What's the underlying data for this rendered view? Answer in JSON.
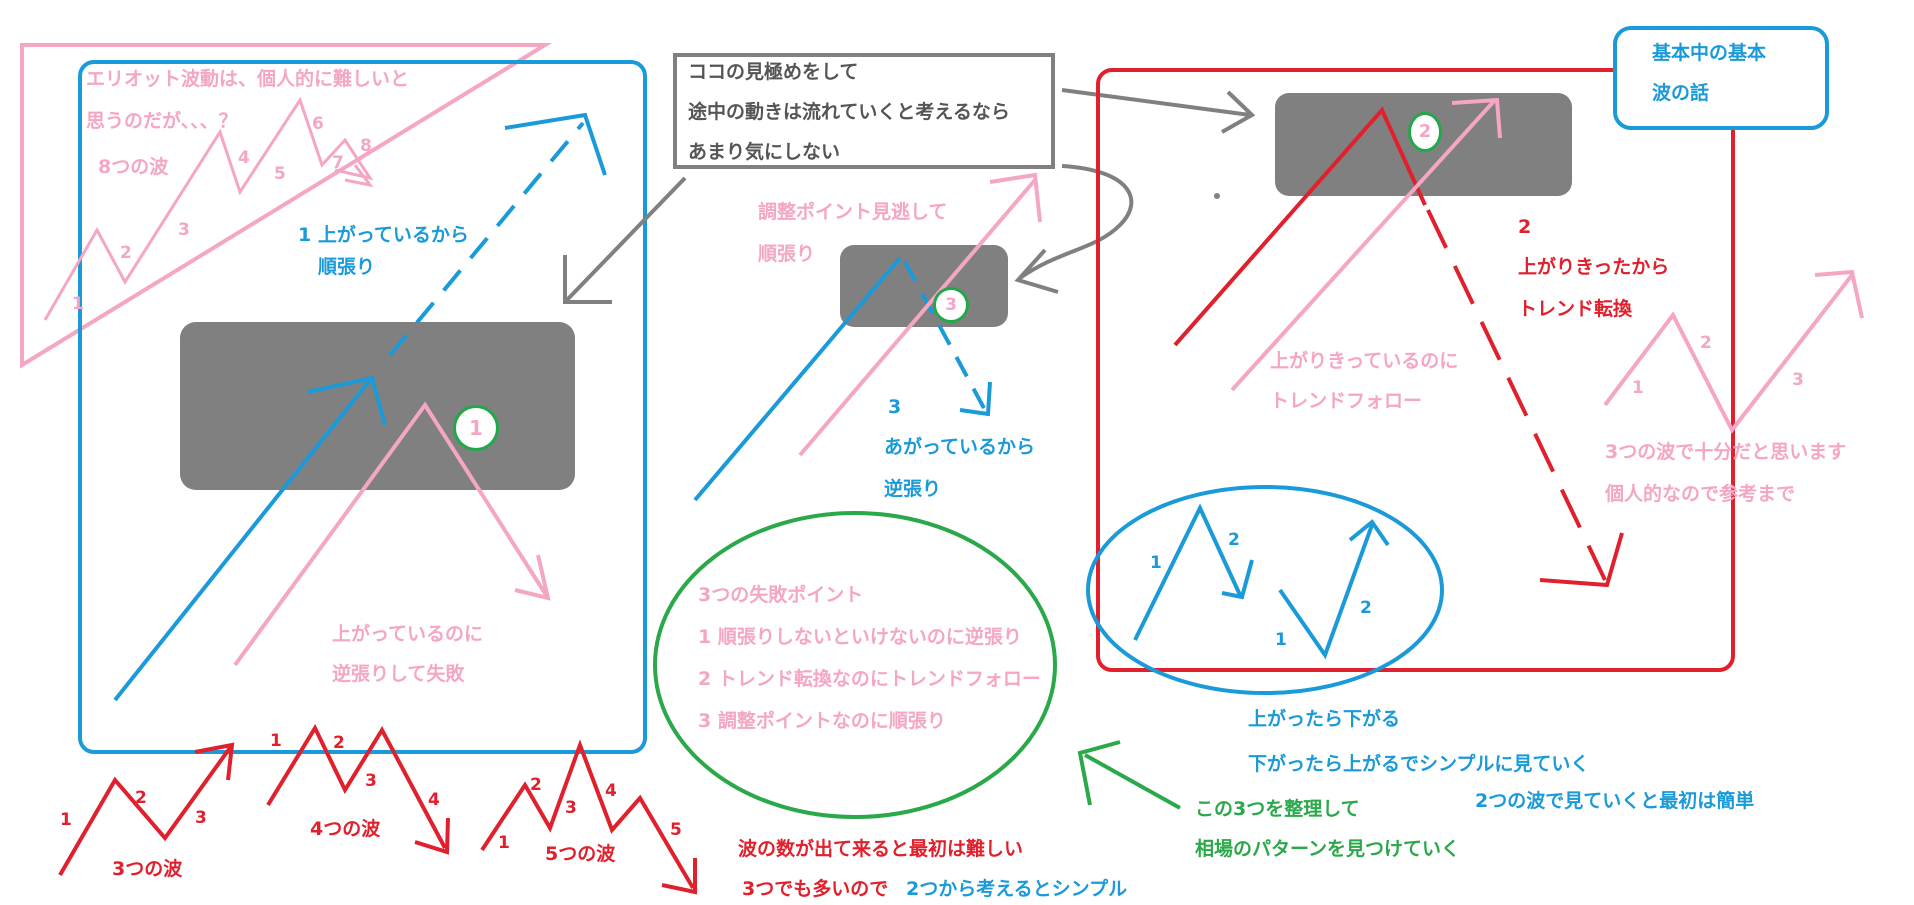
{
  "colors": {
    "pink": "#f4a6c4",
    "blue": "#1a9ad8",
    "red": "#e0202c",
    "green": "#2aa84a",
    "gray": "#808080"
  },
  "markers": {
    "m1": "1",
    "m2": "2",
    "m3": "3"
  },
  "left_panel": {
    "elliott_line1": "エリオット波動は、個人的に難しいと",
    "elliott_line2": "思うのだが、、、？",
    "eight_waves": "8つの波",
    "w1": "1",
    "w2": "2",
    "w3": "3",
    "w4": "4",
    "w5": "5",
    "w6": "6",
    "w7": "7",
    "w8": "8",
    "follow_line1": "1 上がっているから",
    "follow_line2": "順張り",
    "fail_line1": "上がっているのに",
    "fail_line2": "逆張りして失敗"
  },
  "note_box": {
    "line1": "ココの見極めをして",
    "line2": "途中の動きは流れていくと考えるなら",
    "line3": "あまり気にしない"
  },
  "middle": {
    "adjust_line1": "調整ポイント見逃して",
    "adjust_line2": "順張り",
    "num3": "3",
    "rising_line1": "あがっているから",
    "rising_line2": "逆張り"
  },
  "failures": {
    "title": "3つの失敗ポイント",
    "item1": "1 順張りしないといけないのに逆張り",
    "item2": "2 トレンド転換なのにトレンドフォロー",
    "item3": "3 調整ポイントなのに順張り"
  },
  "right_panel": {
    "num2": "2",
    "topped_line1": "上がりきったから",
    "topped_line2": "トレンド転換",
    "trendfollow_line1": "上がりきっているのに",
    "trendfollow_line2": "トレンドフォロー",
    "oval_a1": "1",
    "oval_a2": "2",
    "oval_b1": "1",
    "oval_b2": "2"
  },
  "basic_box": {
    "line1": "基本中の基本",
    "line2": "波の話"
  },
  "three_wave_right": {
    "w1": "1",
    "w2": "2",
    "w3": "3",
    "line1": "3つの波で十分だと思います",
    "line2": "個人的なので参考まで"
  },
  "bottom_blue": {
    "line1": "上がったら下がる",
    "line2": "下がったら上がるでシンプルに見ていく",
    "line3": "2つの波で見ていくと最初は簡単"
  },
  "bottom_green": {
    "line1": "この3つを整理して",
    "line2": "相場のパターンを見つけていく"
  },
  "bottom_red": {
    "three_label": "3つの波",
    "four_label": "4つの波",
    "five_label": "5つの波",
    "a1": "1",
    "a2": "2",
    "a3": "3",
    "b1": "1",
    "b2": "2",
    "b3": "3",
    "b4": "4",
    "c1": "1",
    "c2": "2",
    "c3": "3",
    "c4": "4",
    "c5": "5",
    "line1": "波の数が出て来ると最初は難しい",
    "line2_part1": "3つでも多いので",
    "line2_part2": "2つから考えるとシンプル"
  }
}
